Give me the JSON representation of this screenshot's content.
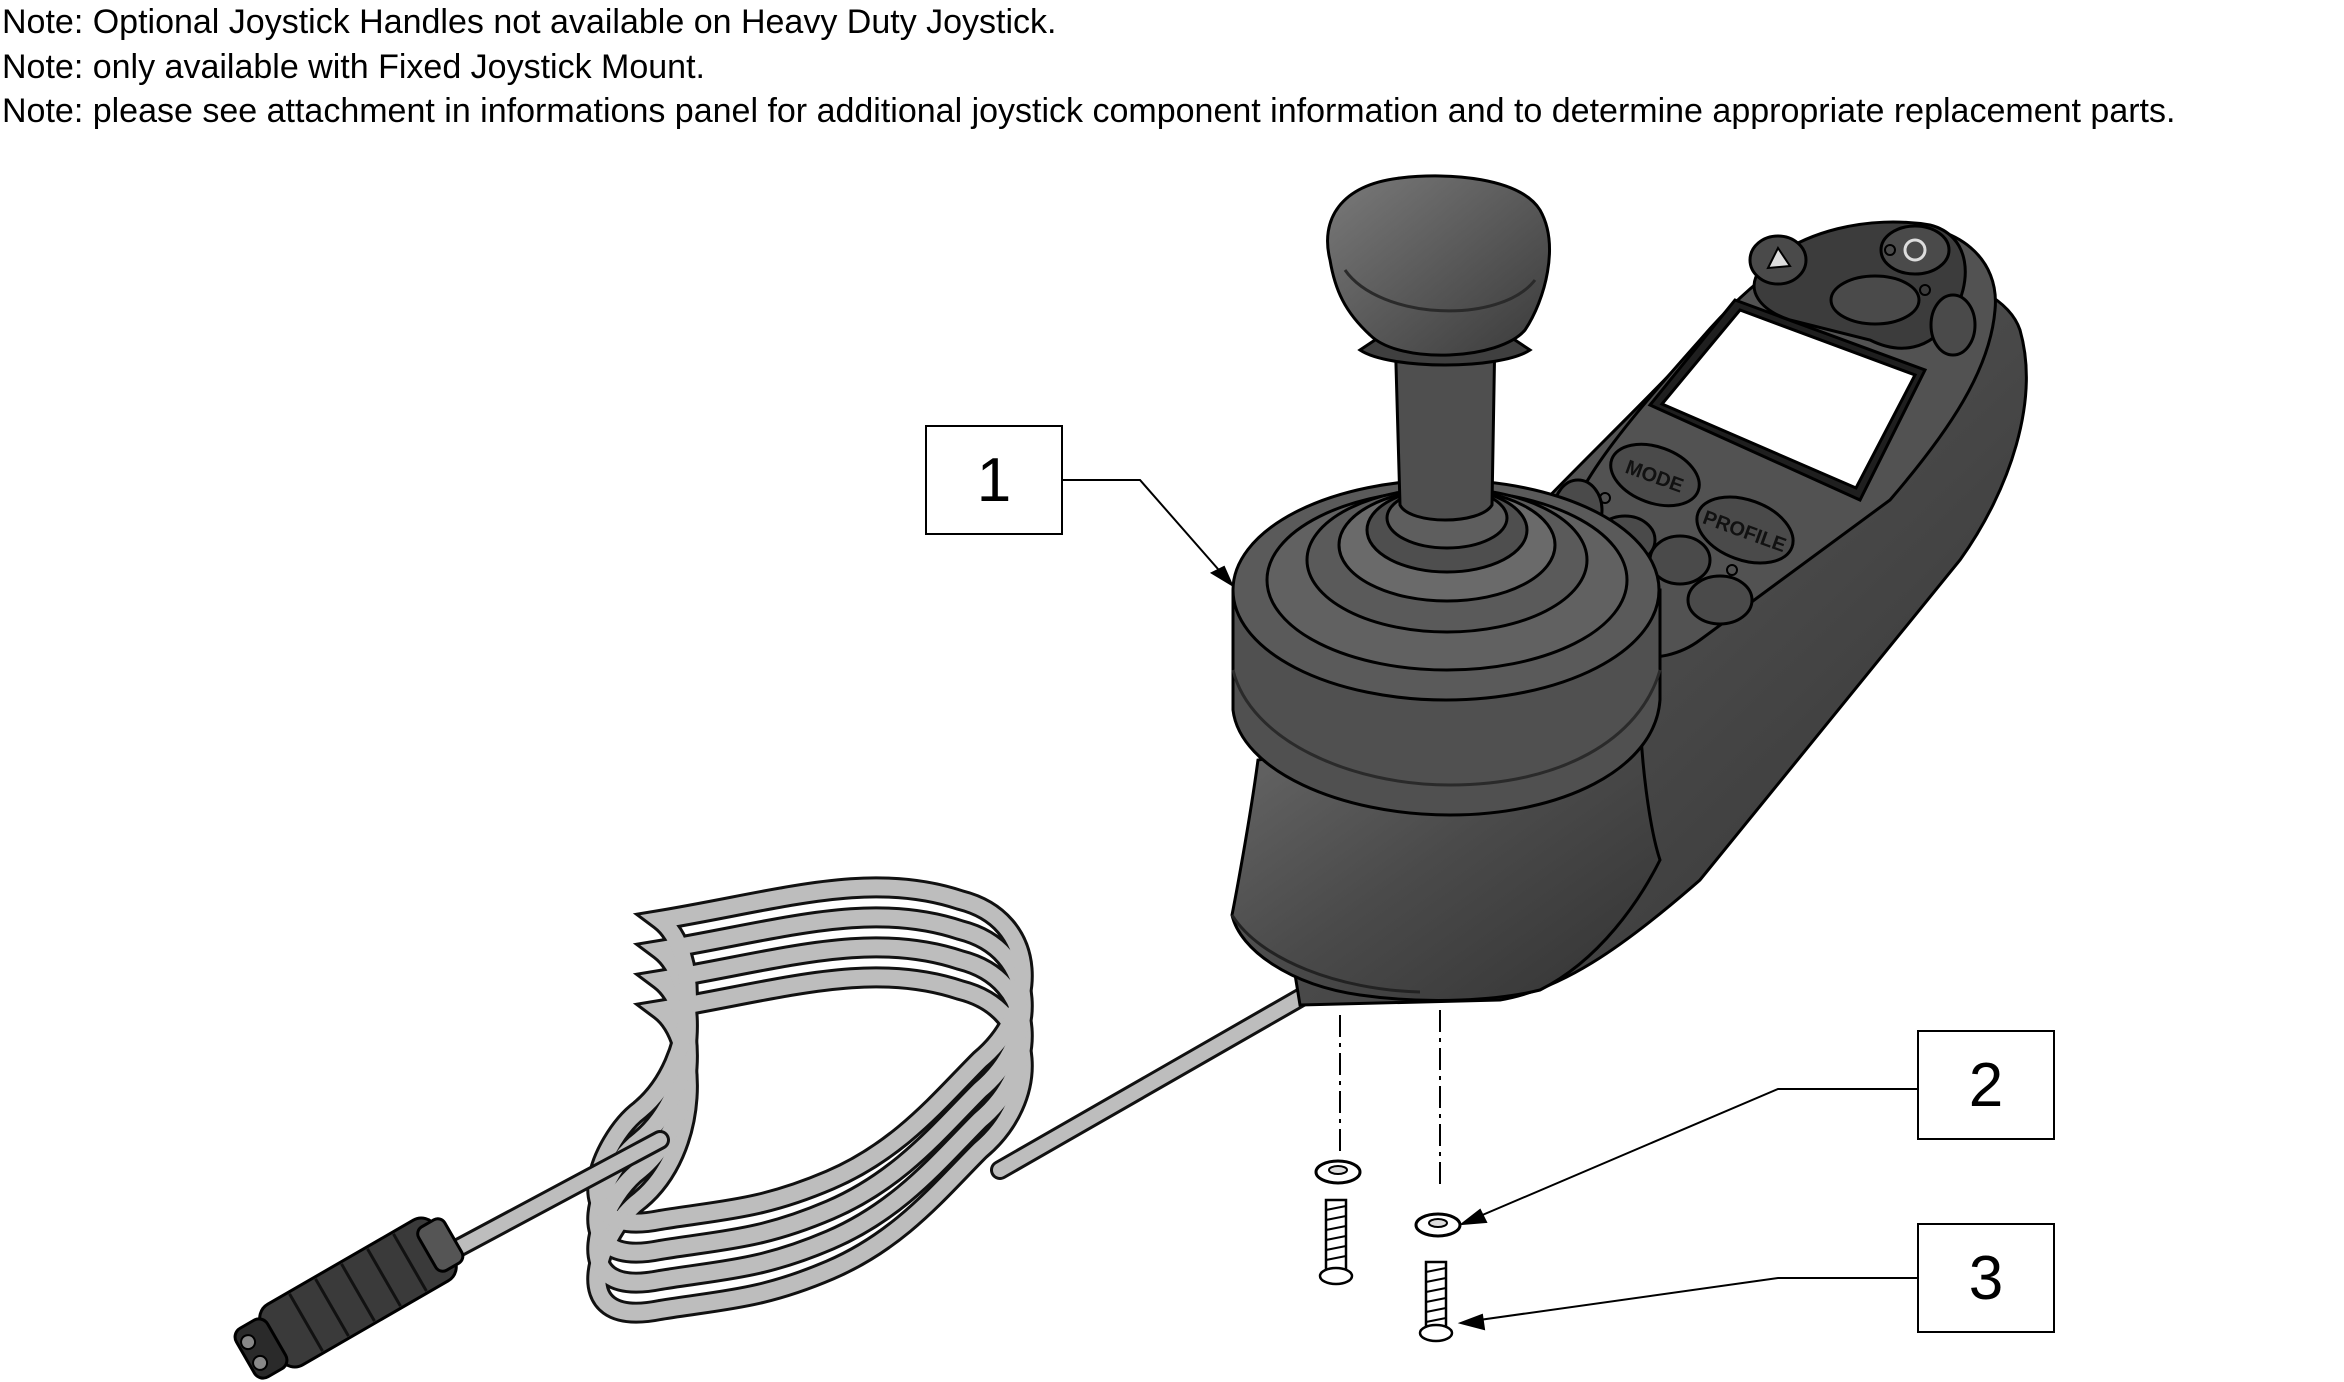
{
  "notes": [
    "Note: Optional Joystick Handles not available on Heavy Duty Joystick.",
    "Note: only available with Fixed Joystick Mount.",
    "Note: please see attachment in informations panel for additional joystick component information and to determine appropriate replacement parts."
  ],
  "callouts": [
    "1",
    "2",
    "3"
  ],
  "button_labels": {
    "mode": "MODE",
    "profile": "PROFILE"
  },
  "colors": {
    "body": "#4a4a4a",
    "body_dark": "#2e2e2e",
    "body_light": "#6e6e6e",
    "cable": "#b8b8b8",
    "screen": "#ffffff",
    "line": "#000000"
  }
}
